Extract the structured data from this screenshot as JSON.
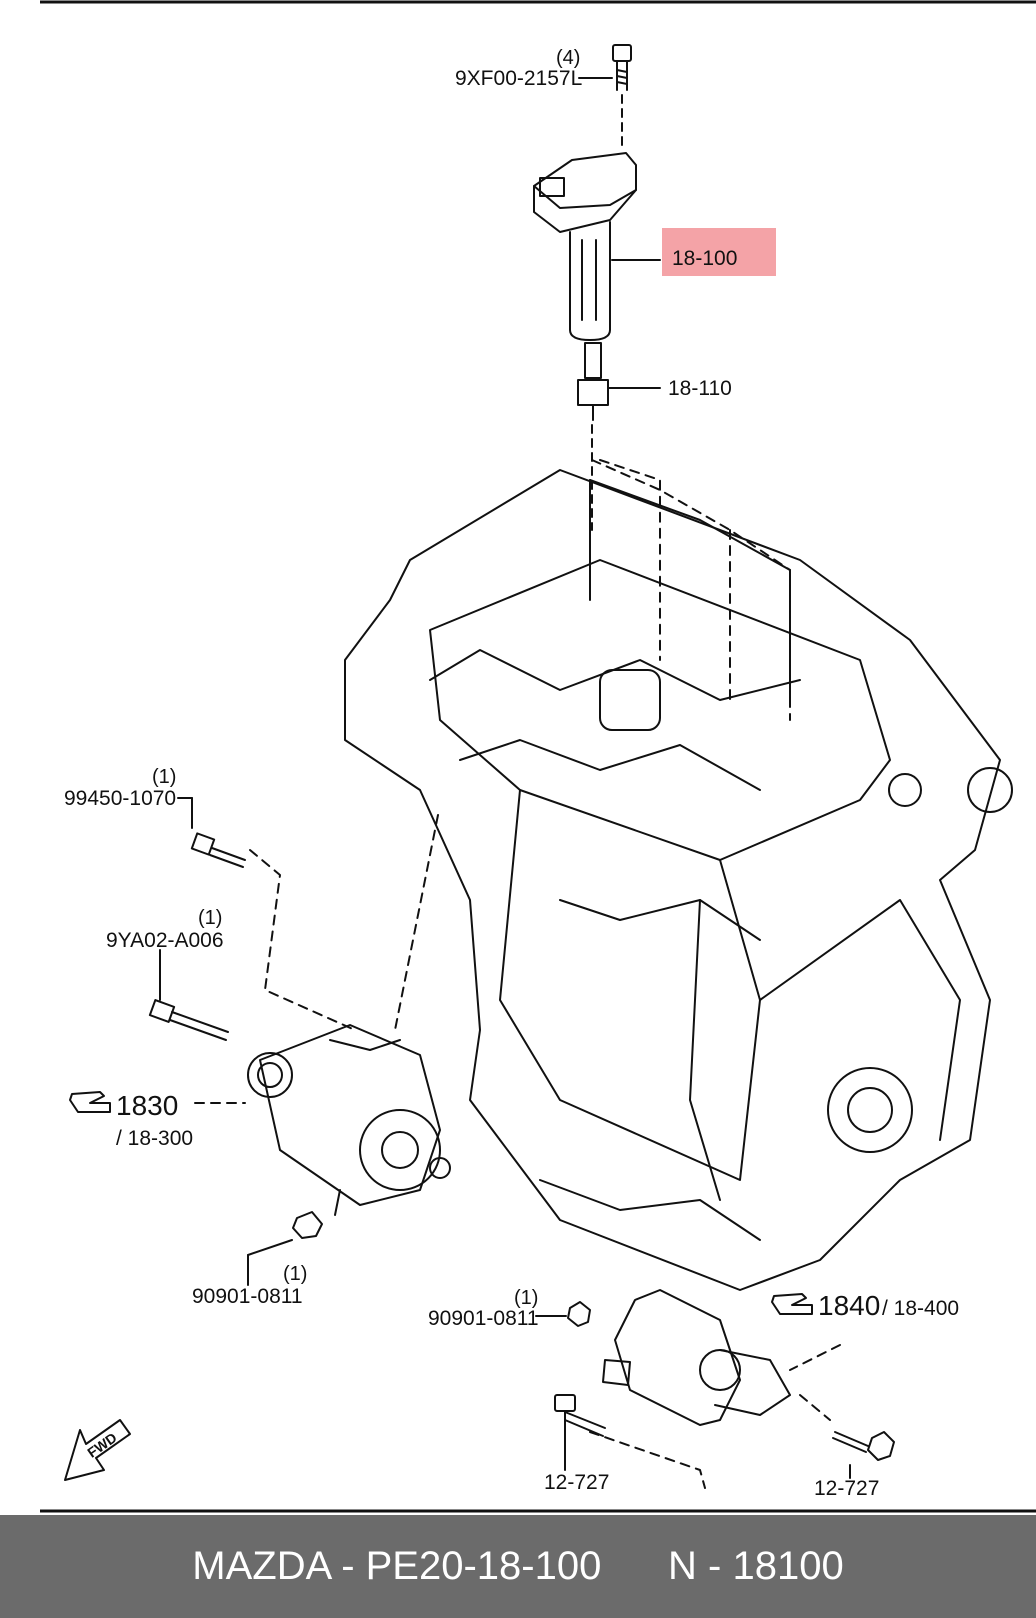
{
  "labels": {
    "coil_bolt_qty": "(4)",
    "coil_bolt": "9XF00-2157L",
    "coil": "18-100",
    "plug": "18-110",
    "alt_bolt1_qty": "(1)",
    "alt_bolt1": "99450-1070",
    "alt_bolt2_qty": "(1)",
    "alt_bolt2": "9YA02-A006",
    "alt_ref": "1830",
    "alt_ref_sub": "/ 18-300",
    "alt_nut_qty": "(1)",
    "alt_nut": "90901-0811",
    "starter_nut_qty": "(1)",
    "starter_nut": "90901-0811",
    "starter_ref": "1840",
    "starter_ref_sub": "/ 18-400",
    "starter_bolt_left": "12-727",
    "starter_bolt_right": "12-727",
    "fwd": "FWD"
  },
  "footer": {
    "part_text": "MAZDA - PE20-18-100",
    "number_text": "N - 18100"
  },
  "colors": {
    "highlight": "#f4a3a7",
    "footer_bg": "#6b6b6b",
    "footer_text": "#ffffff",
    "ink": "#111111"
  }
}
